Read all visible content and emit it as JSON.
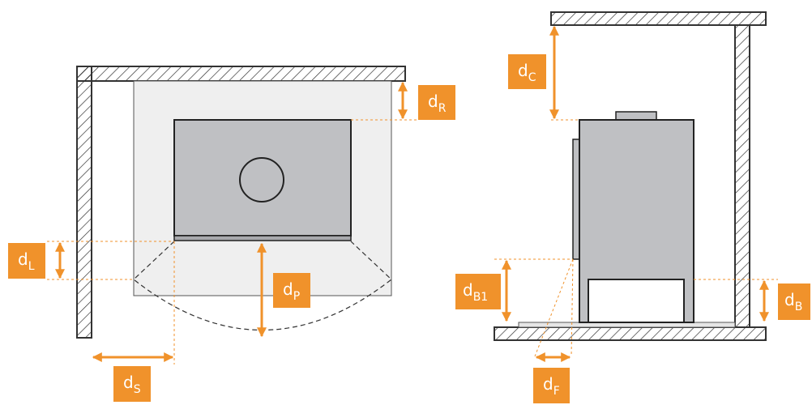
{
  "colors": {
    "accent": "#f0922b",
    "wall_stroke": "#333333",
    "hatch": "#333333",
    "zone_fill": "#efefef",
    "stove_fill": "#bfc0c3",
    "guide": "#f0922b"
  },
  "labels": {
    "dR": {
      "base": "d",
      "sub": "R"
    },
    "dL": {
      "base": "d",
      "sub": "L"
    },
    "dP": {
      "base": "d",
      "sub": "P"
    },
    "dS": {
      "base": "d",
      "sub": "S"
    },
    "dC": {
      "base": "d",
      "sub": "C"
    },
    "dB1": {
      "base": "d",
      "sub": "B1"
    },
    "dB": {
      "base": "d",
      "sub": "B"
    },
    "dF": {
      "base": "d",
      "sub": "F"
    }
  }
}
